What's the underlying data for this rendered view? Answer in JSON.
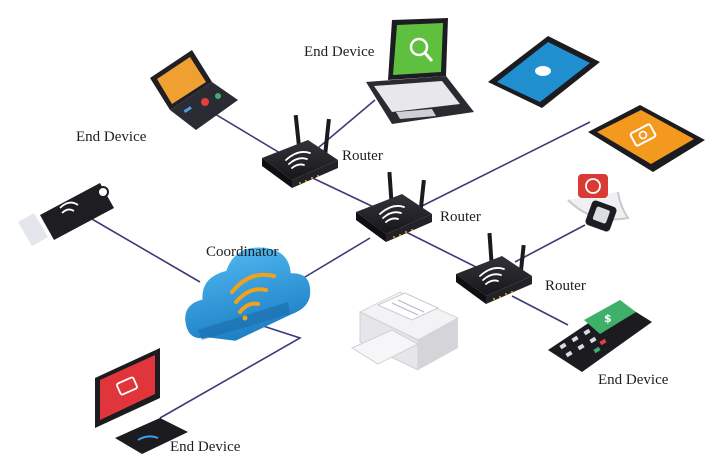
{
  "labels": {
    "end_device_laptop": "End Device",
    "end_device_gaming": "End Device",
    "router_1": "Router",
    "router_2": "Router",
    "router_3": "Router",
    "coordinator": "Coordinator",
    "end_device_payment": "End Device",
    "end_device_monitor": "End Device"
  },
  "payment_terminal_symbol": "$",
  "colors": {
    "link_line": "#3a3c7a",
    "router_body": "#1b1b1f",
    "cloud_blue": "#2a97dc",
    "wifi_signal": "#f2a21a",
    "laptop_screen": "#5fbf3f",
    "phone_screen": "#1f8fd0",
    "tablet_screen": "#f39a1e",
    "monitor_screen": "#e0353a",
    "watch_face": "#e8453c",
    "payment_screen": "#3fb06a",
    "console_screen": "#f0a030"
  }
}
